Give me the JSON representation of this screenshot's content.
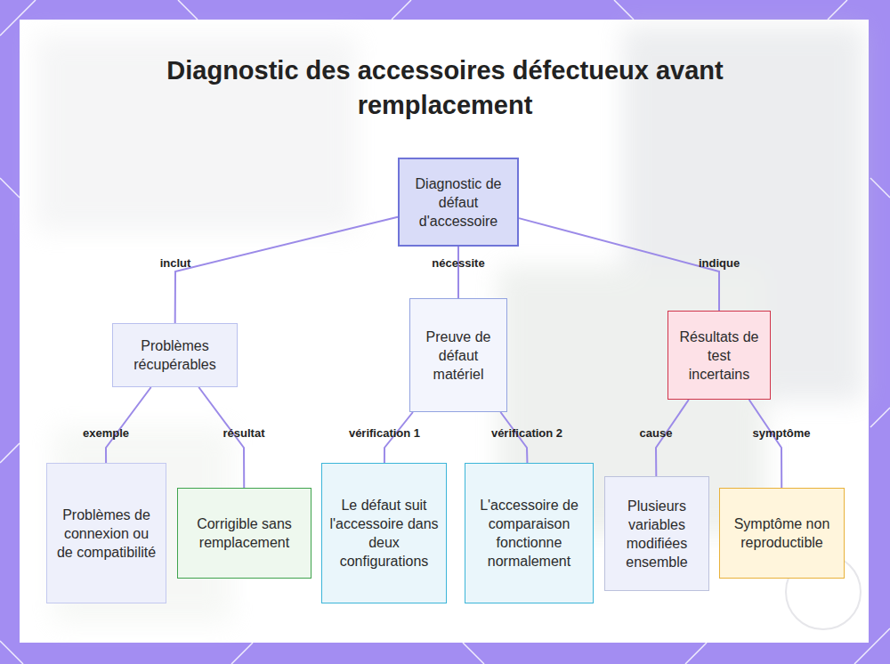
{
  "diagram": {
    "title": "Diagnostic des accessoires défectueux avant remplacement",
    "nodes": [
      {
        "text": [
          "Diagnostic de défaut d'accessoire"
        ]
      },
      {
        "text": [
          "Problèmes récupérables"
        ]
      },
      {
        "text": [
          "Preuve de défaut matériel"
        ]
      },
      {
        "text": [
          "Résultats de test incertains"
        ]
      },
      {
        "text": [
          "Problèmes de connexion ou de compatibilité"
        ]
      },
      {
        "text": [
          "Corrigible sans remplacement"
        ]
      },
      {
        "text": [
          "Le défaut suit l'accessoire dans deux configurations"
        ]
      },
      {
        "text": [
          "L'accessoire de comparaison fonctionne normalement"
        ]
      },
      {
        "text": [
          "Plusieurs variables modifiées ensemble"
        ]
      },
      {
        "text": [
          "Symptôme non reproductible"
        ]
      }
    ],
    "edges": [
      {
        "from": 0,
        "to": 1,
        "arrow": "none",
        "label": "inclut"
      },
      {
        "from": 0,
        "to": 2,
        "arrow": "none",
        "label": "nécessite"
      },
      {
        "from": 0,
        "to": 3,
        "arrow": "none",
        "label": "indique"
      },
      {
        "from": 1,
        "to": 4,
        "arrow": "none",
        "label": "exemple"
      },
      {
        "from": 1,
        "to": 5,
        "arrow": "none",
        "label": "résultat"
      },
      {
        "from": 2,
        "to": 6,
        "arrow": "none",
        "label": "vérification 1"
      },
      {
        "from": 2,
        "to": 7,
        "arrow": "none",
        "label": "vérification 2"
      },
      {
        "from": 3,
        "to": 8,
        "arrow": "none",
        "label": "cause"
      },
      {
        "from": 3,
        "to": 9,
        "arrow": "none",
        "label": "symptôme"
      }
    ]
  }
}
